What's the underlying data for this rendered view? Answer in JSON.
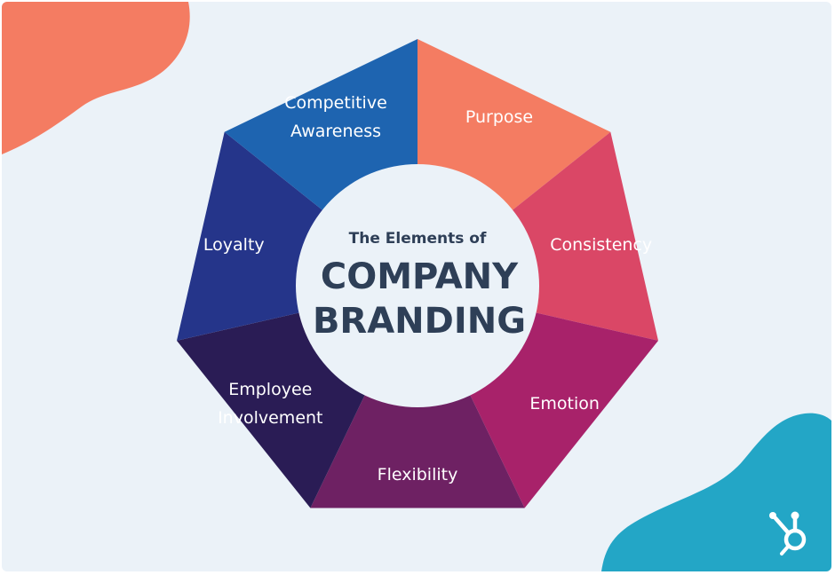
{
  "title": {
    "line1": "The Elements of",
    "line2": "COMPANY",
    "line3": "BRANDING"
  },
  "segments": [
    {
      "lines": [
        "Purpose"
      ],
      "color": "#f47c62"
    },
    {
      "lines": [
        "Consistency"
      ],
      "color": "#da4766"
    },
    {
      "lines": [
        "Emotion"
      ],
      "color": "#a8226a"
    },
    {
      "lines": [
        "Flexibility"
      ],
      "color": "#6e2163"
    },
    {
      "lines": [
        "Employee",
        "Involvement"
      ],
      "color": "#2a1c55"
    },
    {
      "lines": [
        "Loyalty"
      ],
      "color": "#25358a"
    },
    {
      "lines": [
        "Competitive",
        "Awareness"
      ],
      "color": "#1e64b0"
    }
  ],
  "decor": {
    "blob_top_left_color": "#f47c62",
    "blob_bottom_right_color": "#23a6c6",
    "background_color": "#ebf2f8",
    "logo_icon": "hubspot-sprocket-icon"
  }
}
